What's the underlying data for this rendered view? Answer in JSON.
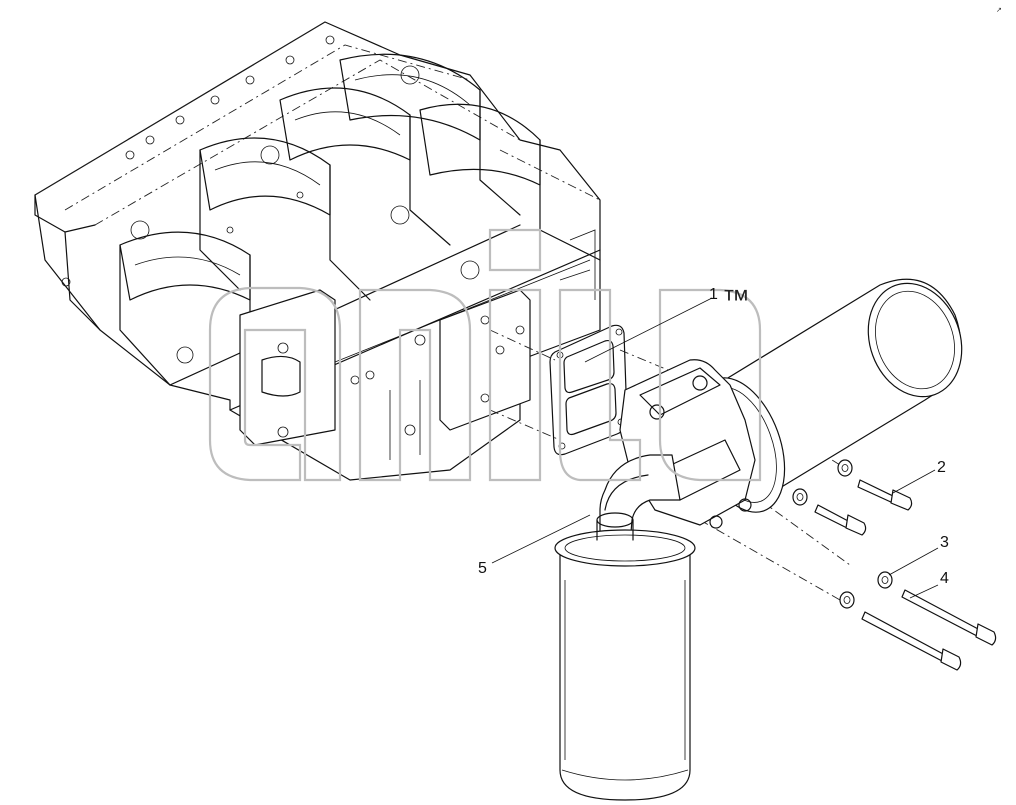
{
  "diagram": {
    "watermark": {
      "trademark": "™"
    },
    "callouts": [
      {
        "number": "1"
      },
      {
        "number": "2"
      },
      {
        "number": "3"
      },
      {
        "number": "4"
      },
      {
        "number": "5"
      }
    ]
  }
}
